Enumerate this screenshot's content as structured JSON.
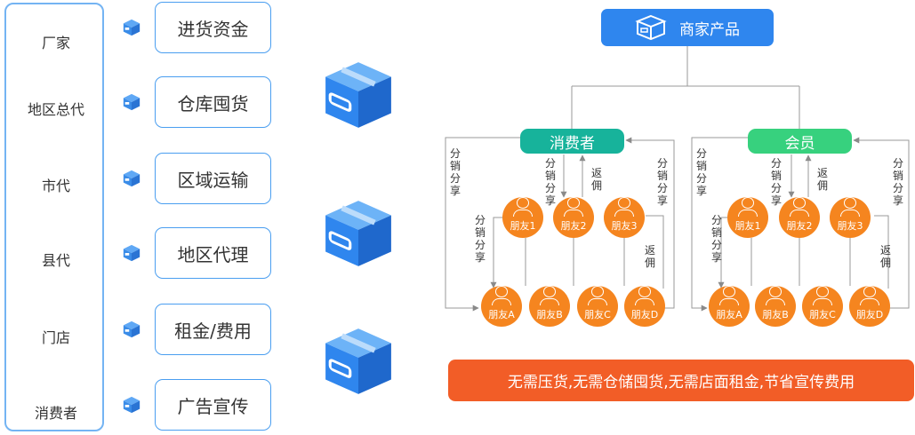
{
  "chain": {
    "levels": [
      "厂家",
      "地区总代",
      "市代",
      "县代",
      "门店",
      "消费者"
    ]
  },
  "costs": [
    "进货资金",
    "仓库囤货",
    "区域运输",
    "地区代理",
    "租金/费用",
    "广告宣传"
  ],
  "top_node": {
    "label": "商家产品",
    "icon": "box-icon"
  },
  "groups": {
    "consumer": {
      "label": "消费者",
      "color": "#17b39b",
      "friends_row1": [
        "朋友1",
        "朋友2",
        "朋友3"
      ],
      "friends_row2": [
        "朋友A",
        "朋友B",
        "朋友C",
        "朋友D"
      ]
    },
    "member": {
      "label": "会员",
      "color": "#37d17e",
      "friends_row1": [
        "朋友1",
        "朋友2",
        "朋友3"
      ],
      "friends_row2": [
        "朋友A",
        "朋友B",
        "朋友C",
        "朋友D"
      ]
    }
  },
  "flow_labels": {
    "share": "分销分享",
    "rebate": "返佣"
  },
  "banner": "无需压货,无需仓储囤货,无需店面租金,节省宣传费用",
  "colors": {
    "blue": "#2f86ee",
    "orange": "#f5851f",
    "banner": "#f25d27",
    "teal": "#17b39b",
    "green": "#37d17e"
  }
}
